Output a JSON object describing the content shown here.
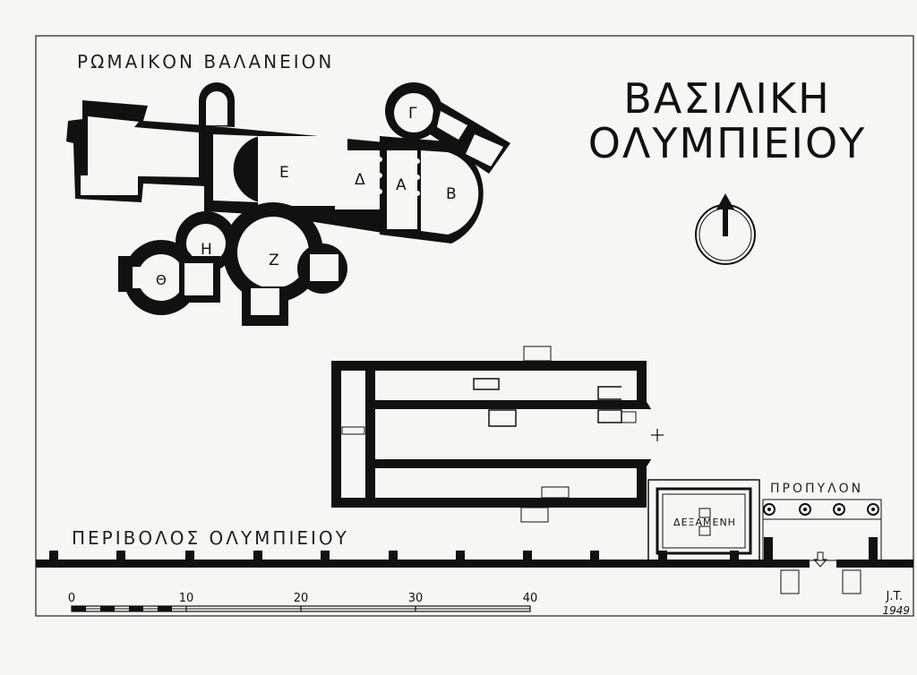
{
  "title": {
    "line1": "ΒΑΣΙΛΙΚΗ",
    "line2": "ΟΛΥΜΠΙΕΙΟΥ"
  },
  "bath_title": "ΡΩΜΑΙΚΟΝ ΒΑΛΑΝΕΙΟΝ",
  "room_labels": {
    "alpha": "Α",
    "beta": "Β",
    "gamma": "Γ",
    "delta": "Δ",
    "epsilon": "Ε",
    "zeta": "Ζ",
    "eta": "Η",
    "theta": "Θ"
  },
  "peribolos_label": "ΠΕΡΙΒΟΛΟΣ ΟΛΥΜΠΙΕΙΟΥ",
  "propylon_label": "ΠΡΟΠΥΛΟΝ",
  "cistern_label": "ΔΕΞΑΜΕΝΗ",
  "scale_ticks": [
    "0",
    "10",
    "20",
    "30",
    "40"
  ],
  "signature": {
    "initials": "J.T.",
    "year": "1949"
  },
  "colors": {
    "ink": "#111111",
    "paper": "#f6f6f4"
  },
  "north_arrow": "north-arrow-icon"
}
